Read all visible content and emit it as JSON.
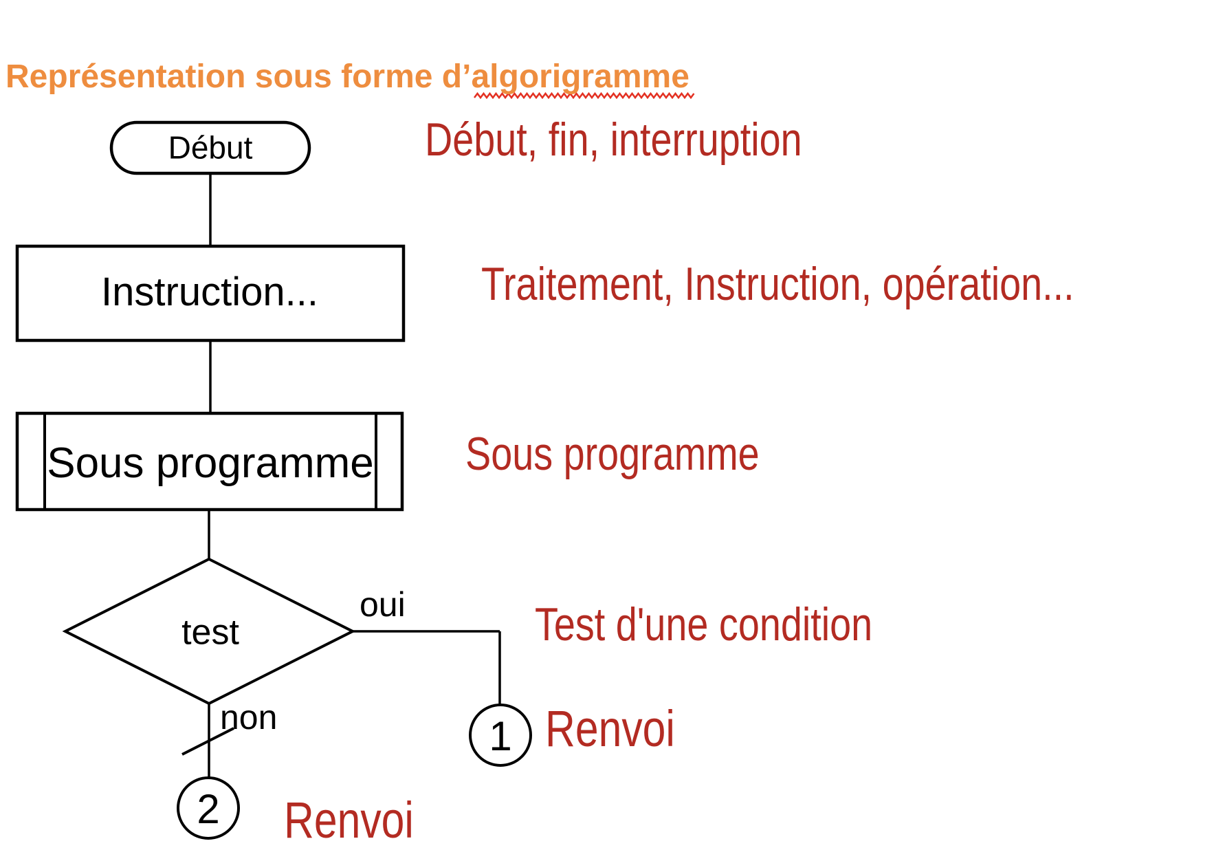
{
  "colors": {
    "title_orange": "#ee8d3f",
    "legend_red": "#b32b22",
    "squiggle_red": "#e33022",
    "shape_stroke": "#000000",
    "background": "#ffffff"
  },
  "title": {
    "text": "Représentation sous forme d’algorigramme",
    "squiggle_under_word": "algorigramme"
  },
  "flowchart": {
    "terminator_label": "Début",
    "process_label": "Instruction...",
    "subroutine_label": "Sous programme",
    "decision_label": "test",
    "branch_yes_label": "oui",
    "branch_no_label": "non",
    "connector1_label": "1",
    "connector2_label": "2"
  },
  "legend": {
    "items": [
      {
        "symbol": "terminator",
        "text": "Début, fin, interruption"
      },
      {
        "symbol": "process",
        "text": "Traitement, Instruction, opération..."
      },
      {
        "symbol": "subroutine",
        "text": "Sous programme"
      },
      {
        "symbol": "decision",
        "text": "Test d'une condition"
      },
      {
        "symbol": "connector-1",
        "text": "Renvoi"
      },
      {
        "symbol": "connector-2",
        "text": "Renvoi"
      }
    ]
  }
}
